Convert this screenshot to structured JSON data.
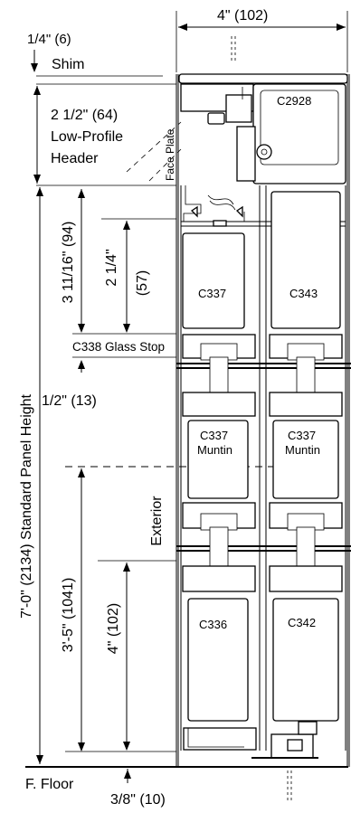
{
  "dimensions": {
    "width_top": "4\" (102)",
    "shim_gap": "1/4\" (6)",
    "header_height": "2 1/2\" (64)",
    "top_to_stop": "3 11/16\" (94)",
    "rail_height": "2 1/4\"",
    "rail_height_mm": "(57)",
    "stop_offset": "1/2\" (13)",
    "panel_height": "7'-0\" (2134) Standard Panel Height",
    "lower_span": "3'-5\" (1041)",
    "bottom_rail": "4\" (102)",
    "floor_gap": "3/8\" (10)"
  },
  "labels": {
    "shim": "Shim",
    "header_line1": "Low-Profile",
    "header_line2": "Header",
    "face_plate": "Face Plate",
    "glass_stop": "C338 Glass Stop",
    "exterior": "Exterior",
    "floor": "F. Floor"
  },
  "parts": {
    "header_part": "C2928",
    "top_left": "C337",
    "top_right": "C343",
    "muntin_left": "C337",
    "muntin_right": "C337",
    "muntin_word": "Muntin",
    "bottom_left": "C336",
    "bottom_right": "C342"
  }
}
